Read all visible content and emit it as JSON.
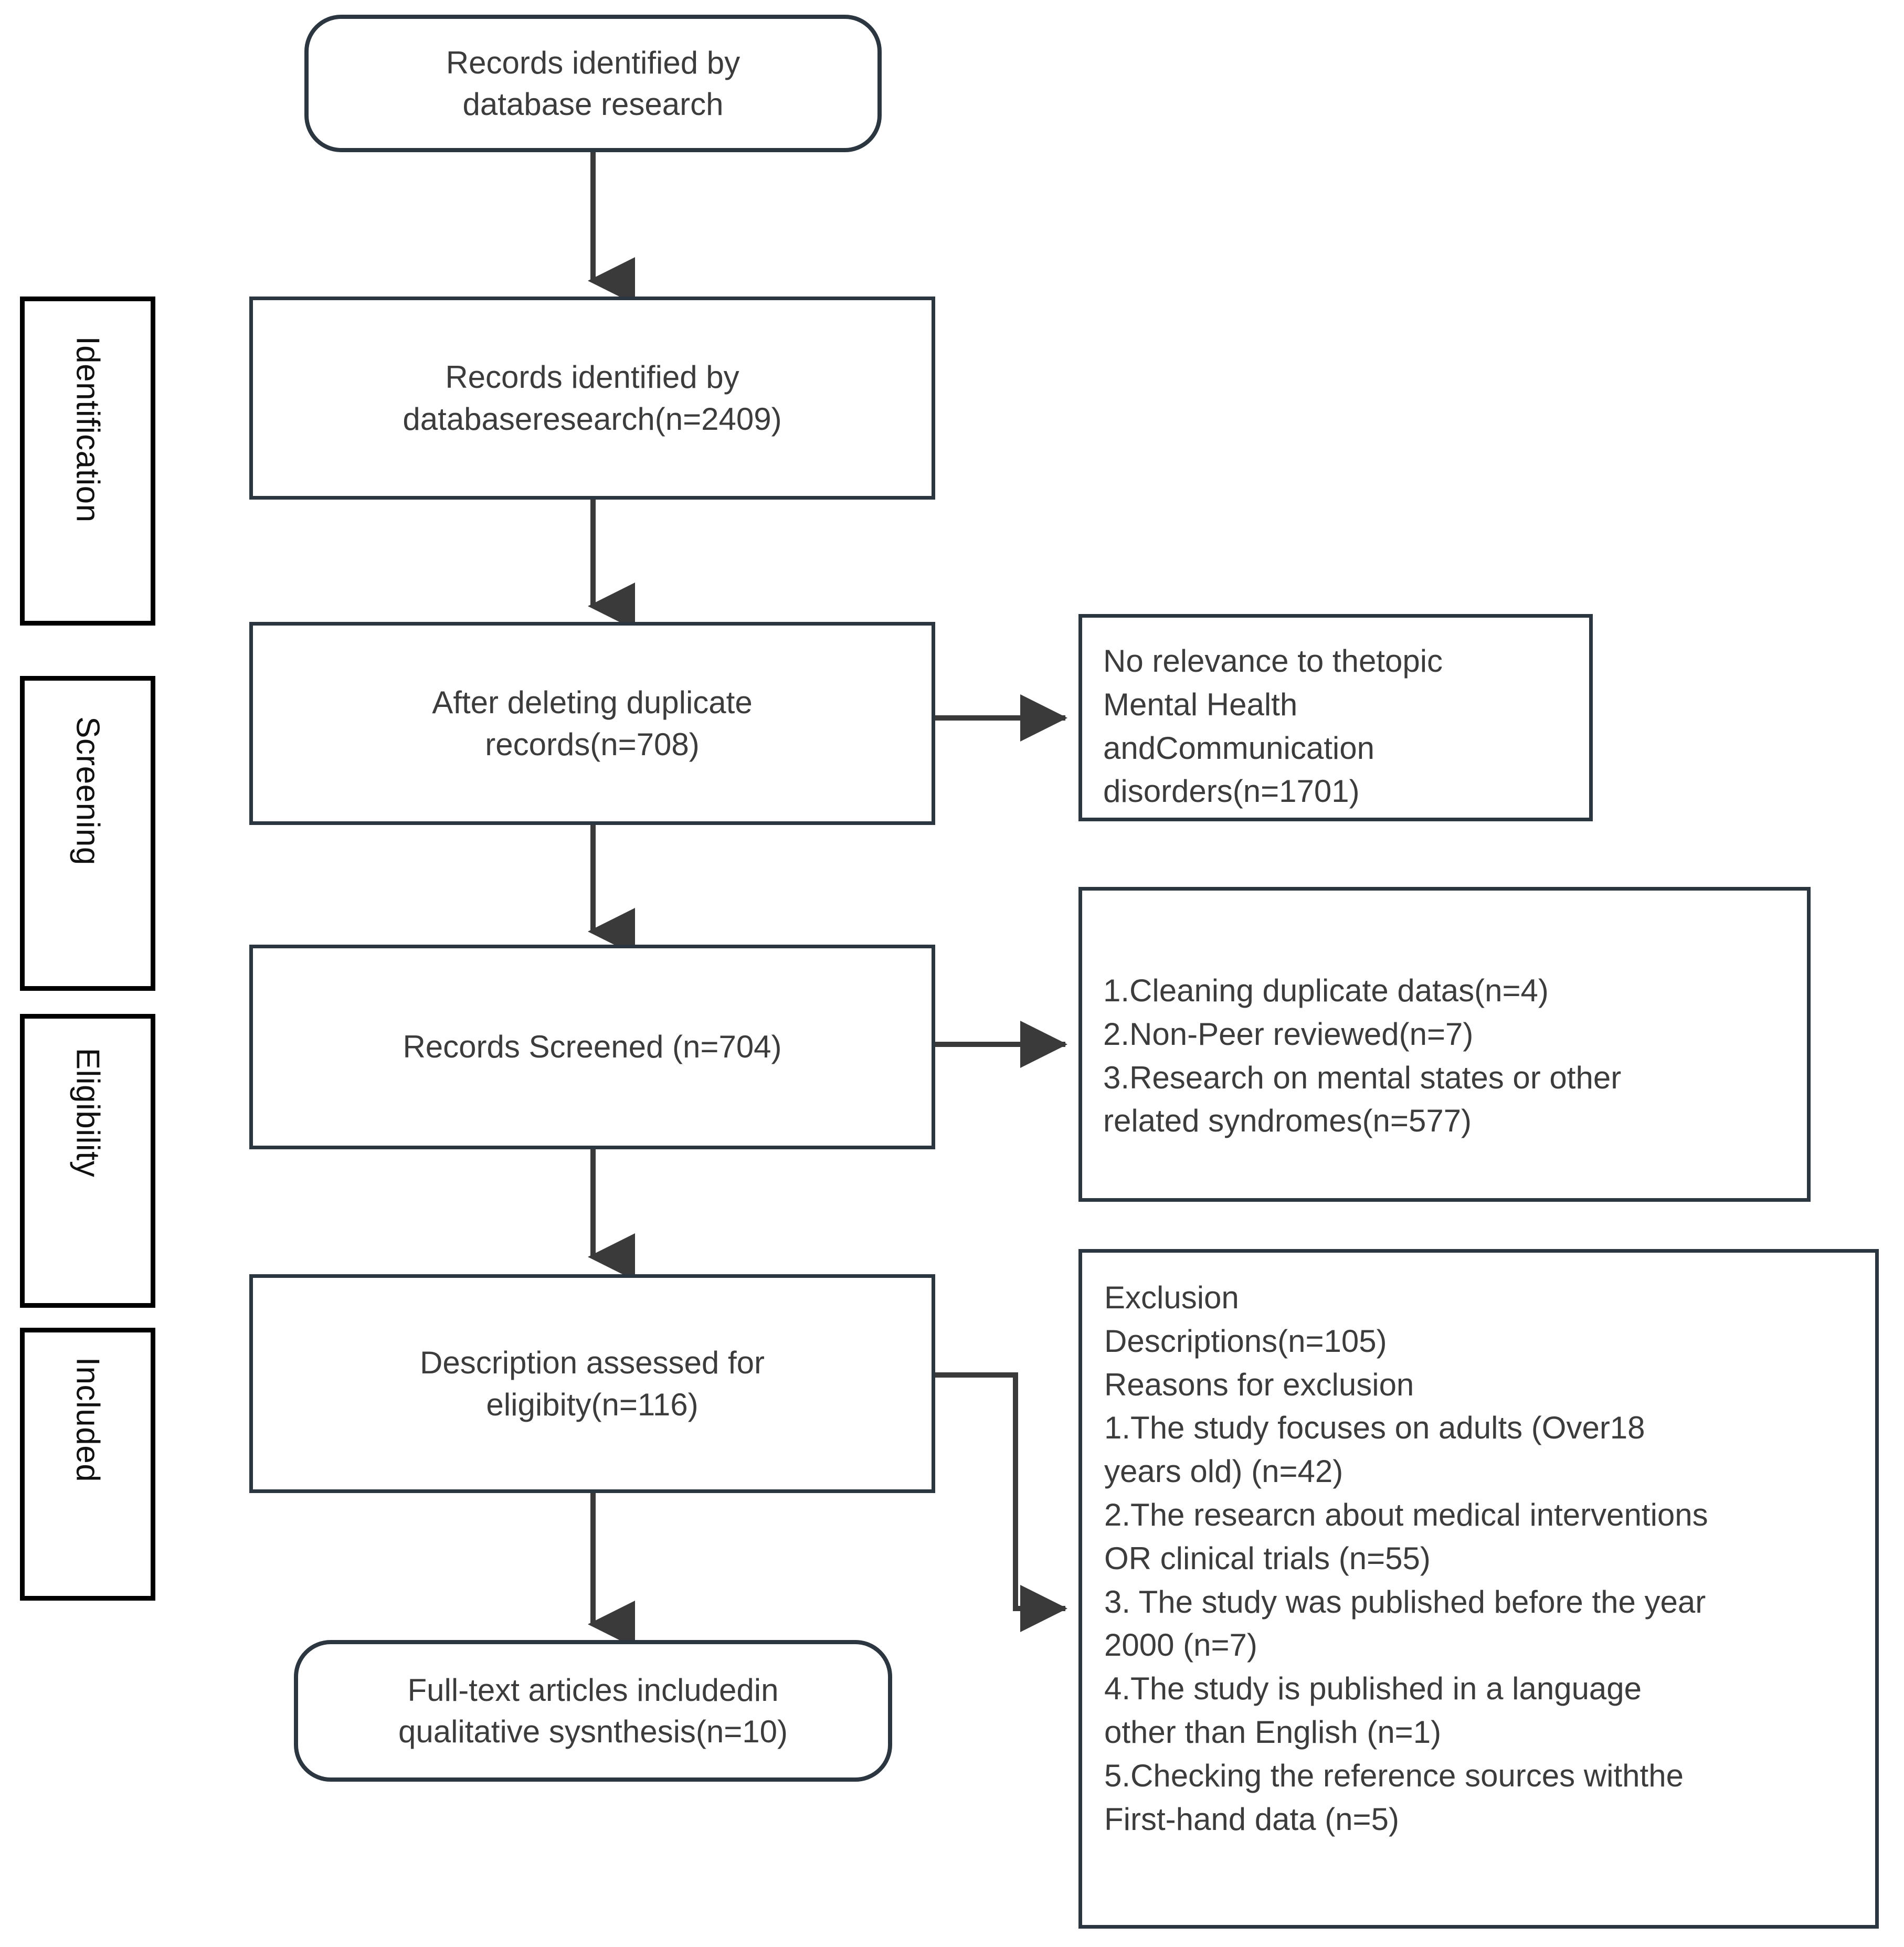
{
  "diagram": {
    "type": "prisma-flow-diagram",
    "title": "PRISMA study selection flow diagram",
    "accent_border": "#2b3640",
    "phase_border": "#000000",
    "text_color": "#3c3c3c"
  },
  "phases": [
    {
      "id": "identification",
      "label": "Identification"
    },
    {
      "id": "screening",
      "label": "Screening"
    },
    {
      "id": "eligibility",
      "label": "Eligibility"
    },
    {
      "id": "included",
      "label": "Included"
    }
  ],
  "nodes": {
    "source": {
      "shape": "rounded",
      "line1": "Records identified by",
      "line2": "database research"
    },
    "identified": {
      "shape": "rect",
      "line1": "Records identified by",
      "line2": "databaseresearch(n=2409)",
      "count": 2409
    },
    "deduplicated": {
      "shape": "rect",
      "line1": "After deleting duplicate",
      "line2": "records(n=708)",
      "count": 708
    },
    "screened": {
      "shape": "rect",
      "line1": "Records Screened (n=704)",
      "line2": "",
      "count": 704
    },
    "eligibility_assessed": {
      "shape": "rect",
      "line1": "Description assessed for",
      "line2": "eligibity(n=116)",
      "count": 116
    },
    "included_final": {
      "shape": "rounded",
      "line1": "Full-text articles includedin",
      "line2": "qualitative sysnthesis(n=10)",
      "count": 10
    }
  },
  "exclusions": {
    "no_relevance": {
      "lines": [
        "No relevance to thetopic",
        "Mental Health",
        "andCommunication",
        "disorders(n=1701)"
      ],
      "count": 1701
    },
    "screening_reasons": {
      "lines": [
        "1.Cleaning duplicate datas(n=4)",
        "2.Non-Peer reviewed(n=7)",
        "3.Research on mental states or other",
        "related syndromes(n=577)"
      ],
      "counts": [
        4,
        7,
        577
      ]
    },
    "eligibility_reasons": {
      "lines": [
        "Exclusion",
        "Descriptions(n=105)",
        "Reasons for exclusion",
        "1.The study focuses on adults (Over18",
        "years old) (n=42)",
        "2.The researcn about medical interventions",
        "OR clinical trials (n=55)",
        "3. The study was published before the year",
        "2000 (n=7)",
        "4.The study is published in a language",
        "other than English (n=1)",
        "5.Checking the reference sources withthe",
        "First-hand data (n=5)"
      ],
      "total": 105,
      "counts": [
        42,
        55,
        7,
        1,
        5
      ]
    }
  }
}
